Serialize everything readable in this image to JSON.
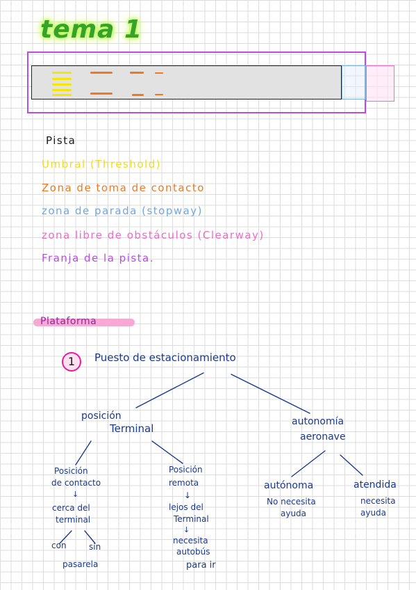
{
  "title": "tema 1",
  "legend": {
    "pista": "Pista",
    "umbral": "Umbral (Threshold)",
    "zona_toma": "Zona de toma de contacto",
    "zona_parada": "zona de parada (stopway)",
    "zona_libre": "zona libre de obstáculos (Clearway)",
    "franja": "Franja de la pista."
  },
  "colors": {
    "title": "#36a12b",
    "pista": "#1a1a1a",
    "umbral": "#f5e50a",
    "zona_toma": "#f07820",
    "zona_parada": "#7fb2e6",
    "zona_libre": "#f06ac8",
    "franja": "#b84ee0",
    "tree": "#1b3a8c"
  },
  "plataforma": {
    "heading": "Plataforma",
    "number": "1",
    "root": "Puesto de estacionamiento",
    "terminal": {
      "line1": "posición",
      "line2": "Terminal"
    },
    "autonomia": {
      "line1": "autonomía",
      "line2": "aeronave"
    },
    "contacto": {
      "line1": "Posición",
      "line2": "de contacto"
    },
    "remota": {
      "line1": "Posición",
      "line2": "remota"
    },
    "cerca": {
      "line1": "cerca del",
      "line2": "terminal"
    },
    "lejos": {
      "line1": "lejos del",
      "line2": "Terminal"
    },
    "con": "con",
    "sin": "sin",
    "pasarela": "pasarela",
    "necesita_autobus": {
      "line1": "necesita",
      "line2": "autobús",
      "line3": "para ir"
    },
    "autonoma": "autónoma",
    "no_necesita": {
      "line1": "No necesita",
      "line2": "ayuda"
    },
    "atendida": "atendida",
    "necesita_ayuda": {
      "line1": "necesita",
      "line2": "ayuda"
    },
    "arrow": "↓"
  }
}
